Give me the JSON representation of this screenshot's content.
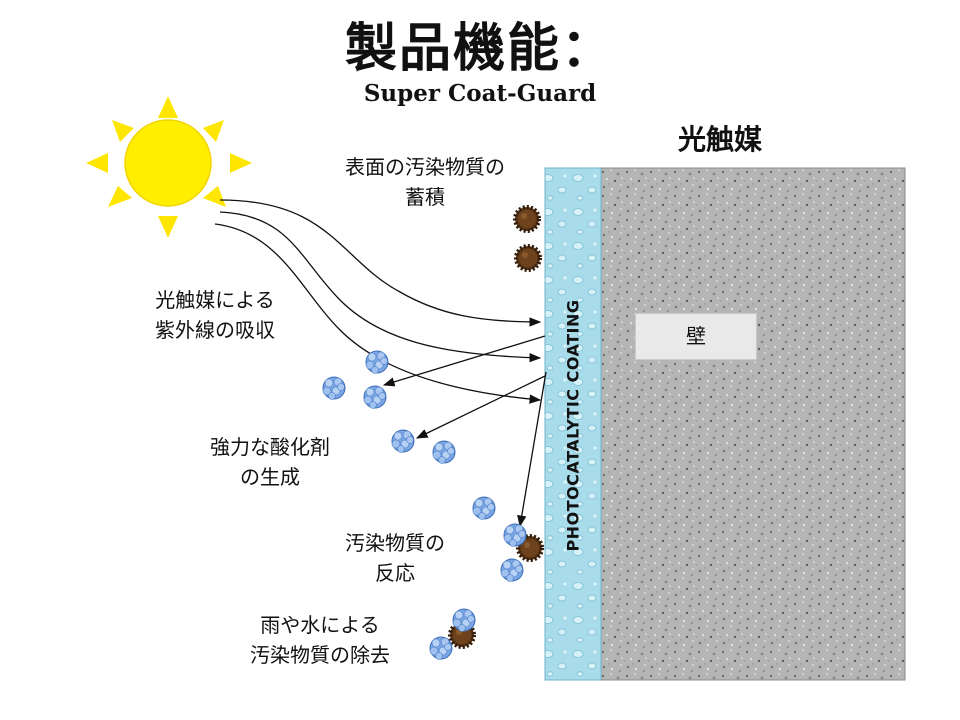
{
  "title": "製品機能：",
  "subtitle": "Super Coat-Guard",
  "panel_title": "光触媒",
  "wall_label": "壁",
  "coating_label": "PHOTOCATALYTIC COATING",
  "labels": {
    "accumulation": [
      "表面の汚染物質の",
      "蓄積"
    ],
    "absorption": [
      "光触媒による",
      "紫外線の吸収"
    ],
    "oxidizer": [
      "強力な酸化剤",
      "の生成"
    ],
    "reaction": [
      "汚染物質の",
      "反応"
    ],
    "removal": [
      "雨や水による",
      "汚染物質の除去"
    ]
  },
  "colors": {
    "sun": "#ffee00",
    "sun_rays": "#ffe600",
    "coating": "#a8dcea",
    "wall": "#b3b3b3",
    "pollutant": "#5a3516",
    "oxidizer": "#6f9de0"
  },
  "icons": [
    "sun-icon",
    "pollutant-particle-icon",
    "oxidizer-particle-icon"
  ]
}
